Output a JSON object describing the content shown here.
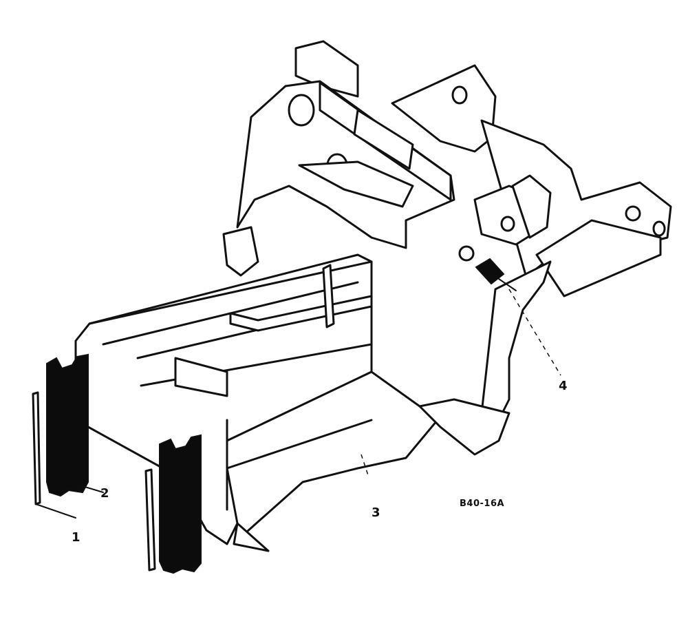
{
  "diagram": {
    "callouts": [
      {
        "id": "1",
        "label": "1"
      },
      {
        "id": "2",
        "label": "2"
      },
      {
        "id": "3",
        "label": "3"
      },
      {
        "id": "4",
        "label": "4"
      }
    ],
    "reference_code": "B40-16A"
  }
}
